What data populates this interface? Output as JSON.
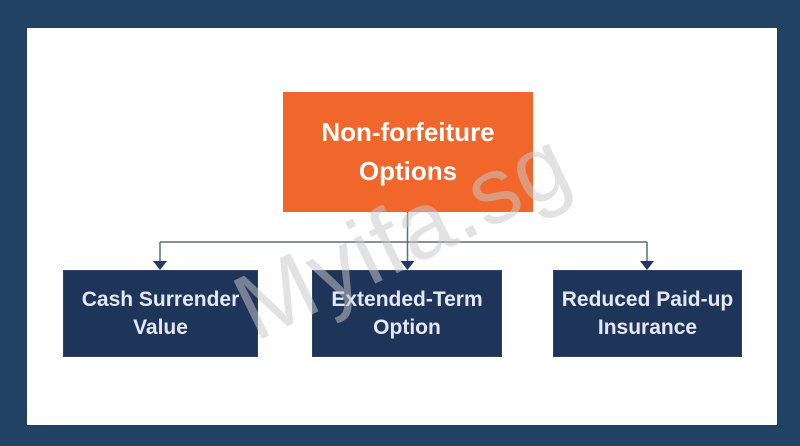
{
  "colors": {
    "frame": "#224264",
    "canvas": "#FFFFFF",
    "root_box": "#F1662B",
    "root_text": "#FFFFFF",
    "child_box": "#1F3459",
    "child_text": "#E2E9F5",
    "connector": "#5F6C7E",
    "arrowhead": "#1F3864",
    "watermark": "#C8C8C8"
  },
  "diagram": {
    "root": {
      "label": "Non-forfeiture Options"
    },
    "children": [
      {
        "label": "Cash Surrender Value"
      },
      {
        "label": "Extended-Term Option"
      },
      {
        "label": "Reduced Paid-up Insurance"
      }
    ]
  },
  "watermark": {
    "text": "Myifa.sg"
  }
}
